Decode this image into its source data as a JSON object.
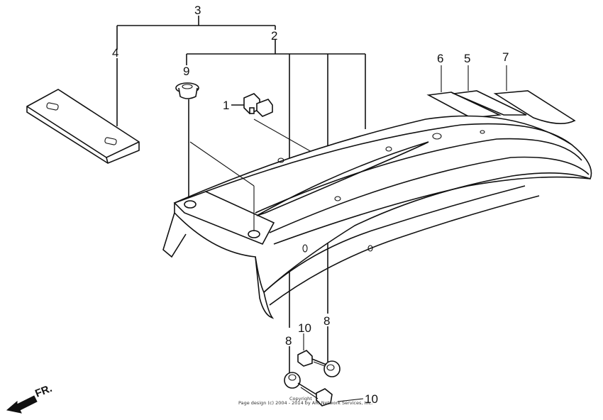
{
  "diagram": {
    "callouts": {
      "c1": "1",
      "c2": "2",
      "c3": "3",
      "c4": "4",
      "c5": "5",
      "c6": "6",
      "c7": "7",
      "c8a": "8",
      "c8b": "8",
      "c9": "9",
      "c10a": "10",
      "c10b": "10"
    },
    "direction_label": "FR.",
    "copyright_line1": "Copyright",
    "copyright_line2": "Page design (c) 2004 - 2014 by ARI Network Services, Inc."
  }
}
